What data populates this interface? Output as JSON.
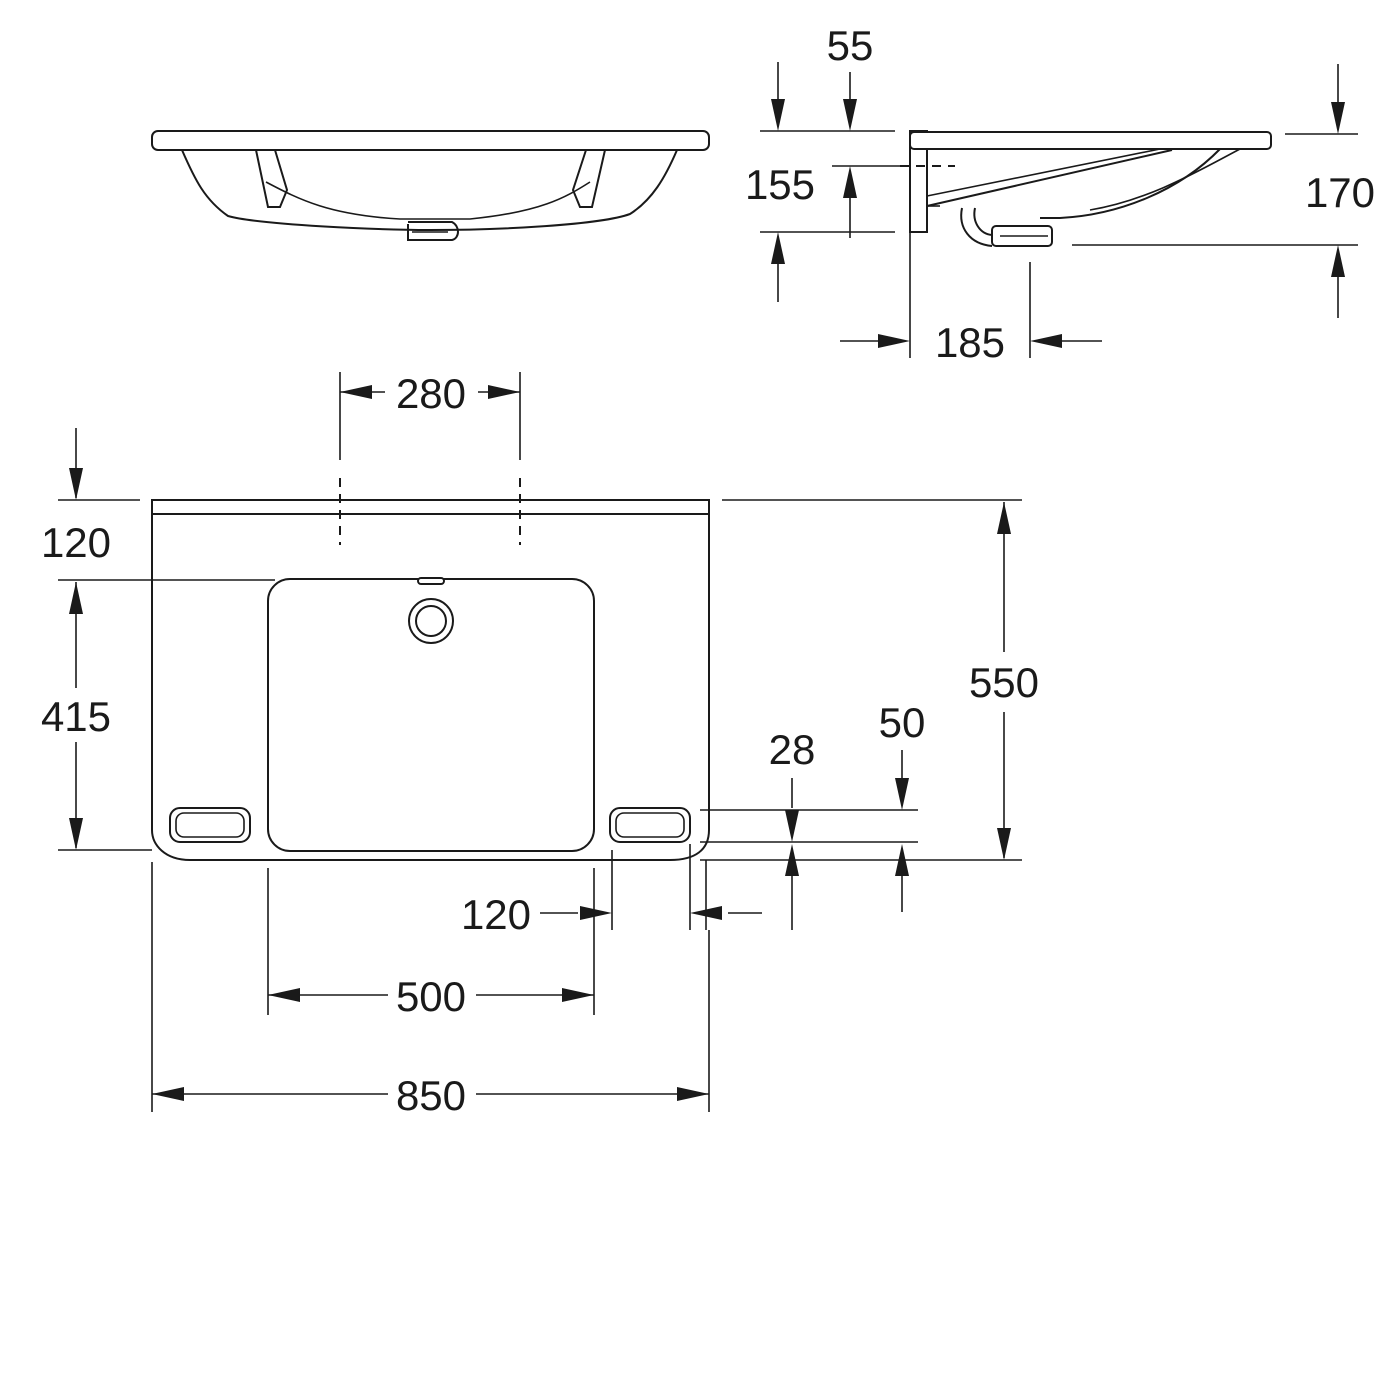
{
  "dimensions": {
    "front_view": {
      "d280": "280",
      "d120_top": "120",
      "d415": "415",
      "d550": "550",
      "d28": "28",
      "d50": "50",
      "d120_side": "120",
      "d500": "500",
      "d850": "850"
    },
    "side_view": {
      "d55": "55",
      "d155": "155",
      "d170": "170",
      "d185": "185"
    }
  },
  "colors": {
    "line": "#1a1a1a",
    "background": "#ffffff"
  }
}
